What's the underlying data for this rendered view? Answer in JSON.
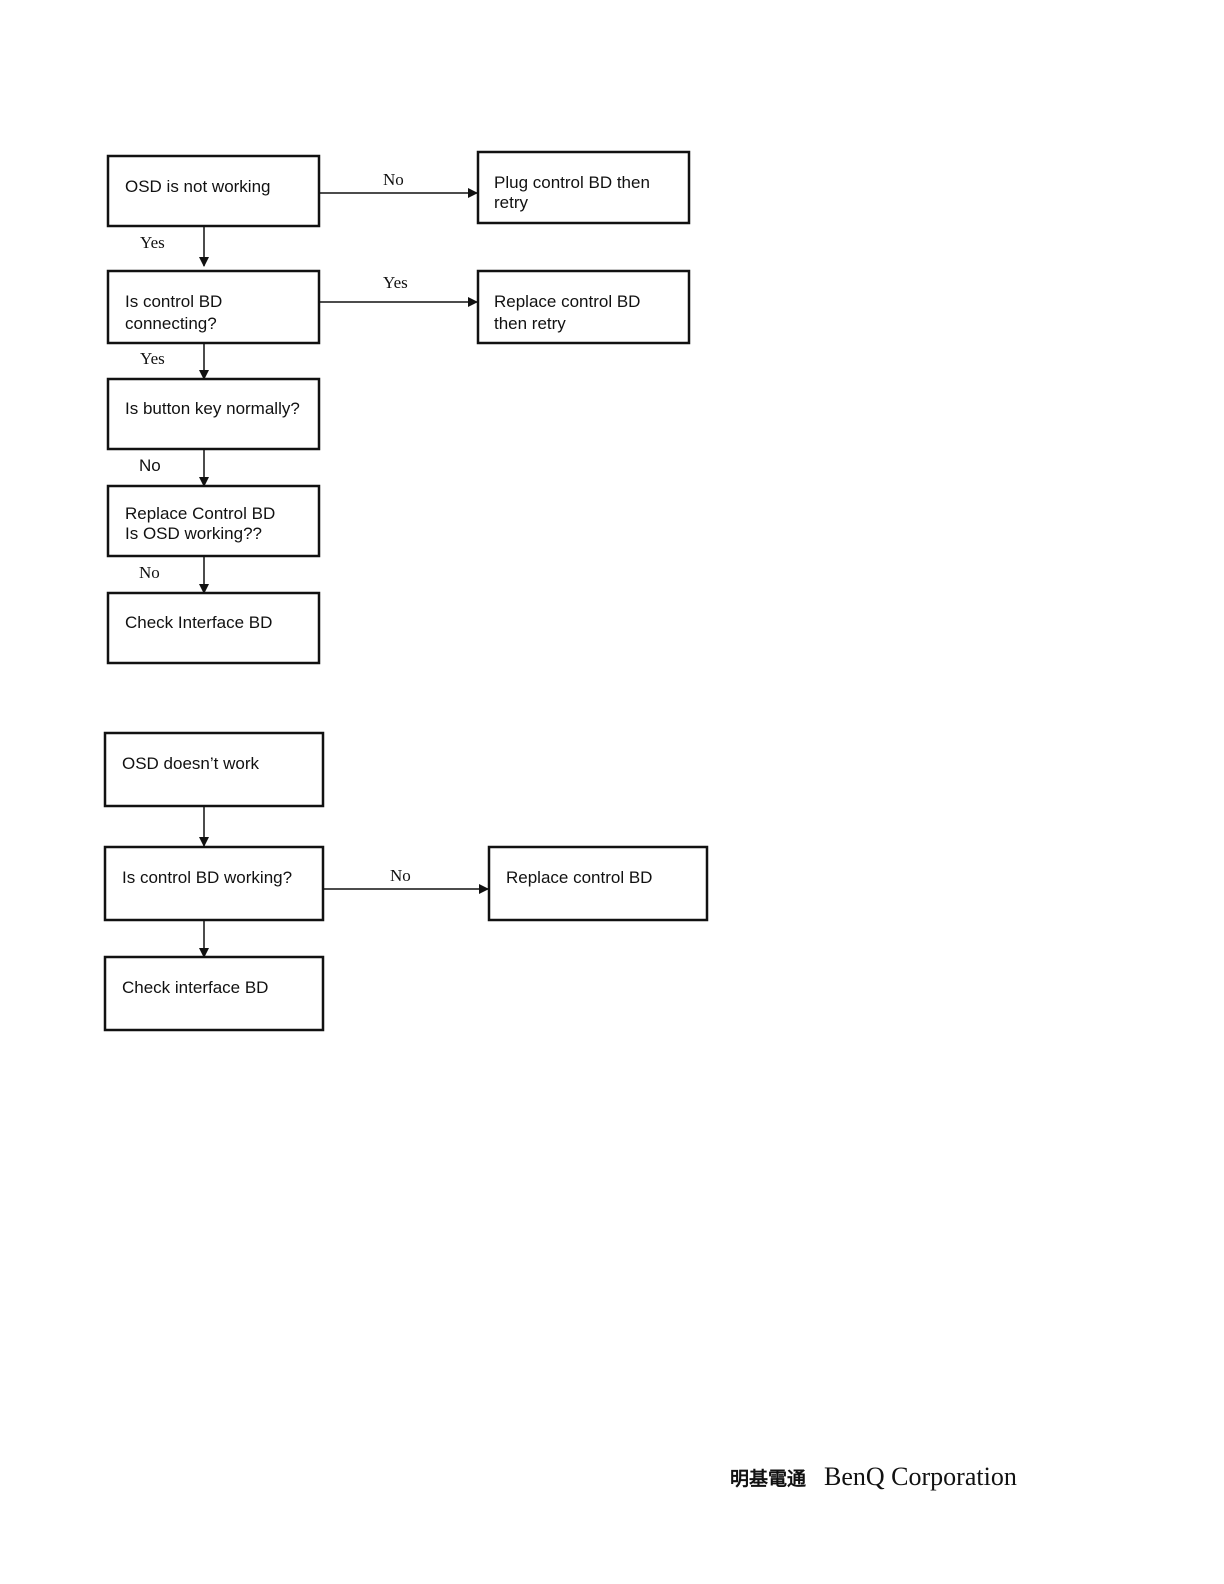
{
  "flowchart_1": {
    "nodes": [
      {
        "id": "osd_not_working",
        "lines": [
          "OSD is not working"
        ]
      },
      {
        "id": "plug_control_bd",
        "lines": [
          "Plug control BD then",
          "retry"
        ]
      },
      {
        "id": "is_control_connecting",
        "lines": [
          "Is control BD",
          "connecting?"
        ]
      },
      {
        "id": "replace_control_retry",
        "lines": [
          "Replace control BD",
          "then retry"
        ]
      },
      {
        "id": "is_button_key",
        "lines": [
          "Is button key normally?"
        ]
      },
      {
        "id": "replace_control_osd",
        "lines": [
          "Replace Control BD",
          "Is OSD working??"
        ]
      },
      {
        "id": "check_interface_1",
        "lines": [
          "Check Interface BD"
        ]
      }
    ],
    "edges": [
      {
        "id": "e1",
        "from": "osd_not_working",
        "to": "plug_control_bd",
        "label": "No"
      },
      {
        "id": "e2",
        "from": "osd_not_working",
        "to": "is_control_connecting",
        "label": "Yes"
      },
      {
        "id": "e3",
        "from": "is_control_connecting",
        "to": "replace_control_retry",
        "label": "Yes"
      },
      {
        "id": "e4",
        "from": "is_control_connecting",
        "to": "is_button_key",
        "label": "Yes"
      },
      {
        "id": "e5",
        "from": "is_button_key",
        "to": "replace_control_osd",
        "label": "No"
      },
      {
        "id": "e6",
        "from": "replace_control_osd",
        "to": "check_interface_1",
        "label": "No"
      }
    ]
  },
  "flowchart_2": {
    "nodes": [
      {
        "id": "osd_doesnt_work",
        "lines": [
          "OSD doesn’t work"
        ]
      },
      {
        "id": "is_control_working",
        "lines": [
          "Is control BD working?"
        ]
      },
      {
        "id": "replace_control",
        "lines": [
          "Replace control BD"
        ]
      },
      {
        "id": "check_interface_2",
        "lines": [
          "Check interface BD"
        ]
      }
    ],
    "edges": [
      {
        "id": "f1",
        "from": "osd_doesnt_work",
        "to": "is_control_working",
        "label": ""
      },
      {
        "id": "f2",
        "from": "is_control_working",
        "to": "replace_control",
        "label": "No"
      },
      {
        "id": "f3",
        "from": "is_control_working",
        "to": "check_interface_2",
        "label": ""
      }
    ]
  },
  "footer": {
    "company_cn": "明基電通",
    "company_en": "BenQ Corporation"
  }
}
